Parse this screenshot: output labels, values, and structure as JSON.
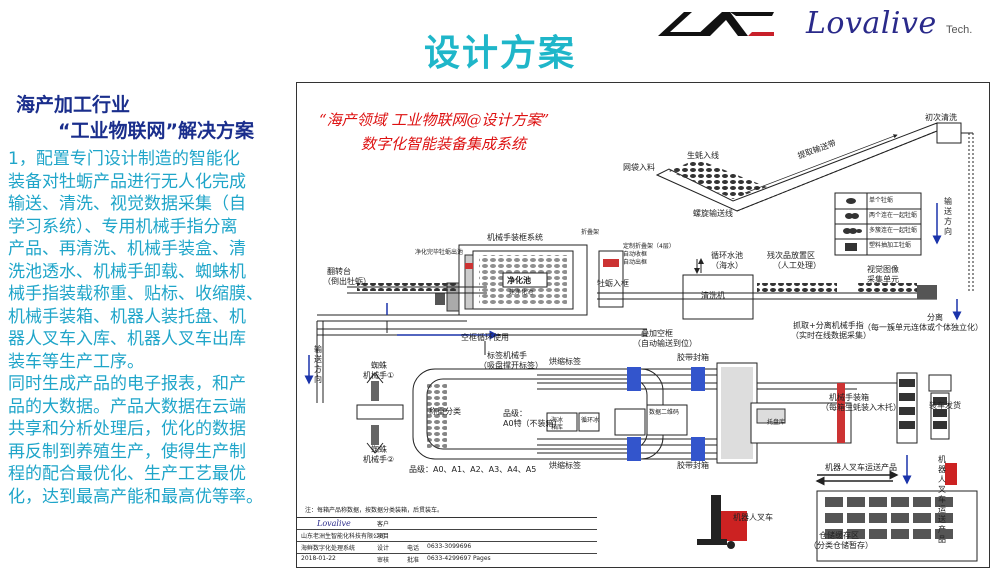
{
  "brand": {
    "name": "Lovalive",
    "suffix": "Tech.",
    "logo_icon": "la-logo-icon"
  },
  "page": {
    "title": "设计方案"
  },
  "left": {
    "heading1": "海产加工行业",
    "heading2": "“工业物联网”解决方案",
    "lines": [
      "1，配置专门设计制造的智能化",
      "装备对牡蛎产品进行无人化完成",
      "输送、清洗、视觉数据采集（自",
      "学习系统）、专用机械手指分离",
      "产品、再清洗、机械手装盒、清",
      "洗池透水、机械手卸载、蜘蛛机",
      "械手指装载称重、贴标、收缩膜、",
      "机械手装箱、机器人装托盘、机",
      "器人叉车入库、机器人叉车出库",
      "装车等生产工序。",
      "同时生成产品的电子报表，和产",
      "品的大数据。产品大数据在云端",
      "共享和分析处理后，优化的数据",
      "再反制到养殖生产，使得生产制",
      "程的配合最优化、生产工艺最优",
      "化，达到最高产能和最高优等率。"
    ]
  },
  "diagram": {
    "title1": "“海产领域  工业物联网@设计方案”",
    "title2": "数字化智能装备集成系统",
    "labels": {
      "mesh_bag": "网袋入料",
      "oyster_in": "生蚝入线",
      "spiral_conv": "螺旋输送线",
      "lift_conv": "提取输送带",
      "first_clean": "初次清洗",
      "conveyor_dir": "输送方向",
      "robot_box_sys": "机械手装框系统",
      "purify_out": "净化完毕牡蛎出池",
      "fold_frame": "折叠架",
      "purify_pool": "净化池",
      "build_pool": "建净化池",
      "custom_stack": "定制折叠架（4层）",
      "auto_feed": "自动收框",
      "auto_out": "自动出框",
      "loop_pool": "循环水池",
      "sea_water": "（海水）",
      "reject_area": "残次品放置区",
      "manual": "（人工处理）",
      "visual": "视觉图像",
      "capture": "采集单元",
      "flip": "翻转台",
      "pour": "（倒出牡蛎）",
      "oyster_in_frame": "牡蛎入框",
      "wash_machine": "清洗机",
      "pick_sep": "抓取+分离机械手指",
      "realtime": "（实时在线数据采集）",
      "separate": "分离",
      "separate_desc": "（每一簇单元连体或个体独立化）",
      "empty_loop": "空框循环使用",
      "stack_empty": "叠加空框",
      "auto_return": "（自动输送到位）",
      "spider1": "蜘蛛",
      "spider1b": "机械手①",
      "spider2": "蜘蛛",
      "spider2b": "机械手②",
      "label_robot": "标签机械手",
      "suck_label": "（吸盘撑开标签）",
      "shrink_top": "烘缩标签",
      "tape_box_top": "胶带封箱",
      "weigh": "称重分类",
      "grade": "品级：",
      "grade_a0": "A0特（不装箱）",
      "sea_pool": "海冰",
      "box_store": "箱库",
      "loop_ice": "循环冰",
      "data_qr": "数据二维码",
      "tray_store": "托盘库",
      "robot_pack": "机械手装箱",
      "pack_desc": "（每箱生蚝装入木托）",
      "load_ship": "装车发货",
      "grade_list": "品级：A0、A1、A2、A3、A4、A5",
      "shrink_bottom": "烘缩标签",
      "tape_box_bottom": "胶带封箱",
      "forklift_transport": "机器人叉车运送产品",
      "forklift_transport2": "机器人叉车运送产品",
      "robot_forklift": "机器人叉车",
      "warehouse": "仓储缓存区",
      "warehouse_desc": "（分类仓储暂存）",
      "note": "注：每箱产品称数据，按数据分类装箱，后贯装车。"
    },
    "legend": [
      "单个牡蛎",
      "两个连在一起牡蛎",
      "多簇连在一起牡蛎",
      "塑料抽加工牡蛎"
    ],
    "titleblock": {
      "company": "山东老洲生智能化科技有限公司",
      "brand": "Lovalive",
      "system": "海鲜数字化处理系统",
      "date": "2018-01-22",
      "customer": "客户",
      "project": "项目",
      "designer": "设计",
      "check": "审核",
      "approve": "批准",
      "phone": "电话",
      "tel1": "0633-3099696",
      "tel2": "0633-4299697",
      "page": "Pages"
    }
  }
}
